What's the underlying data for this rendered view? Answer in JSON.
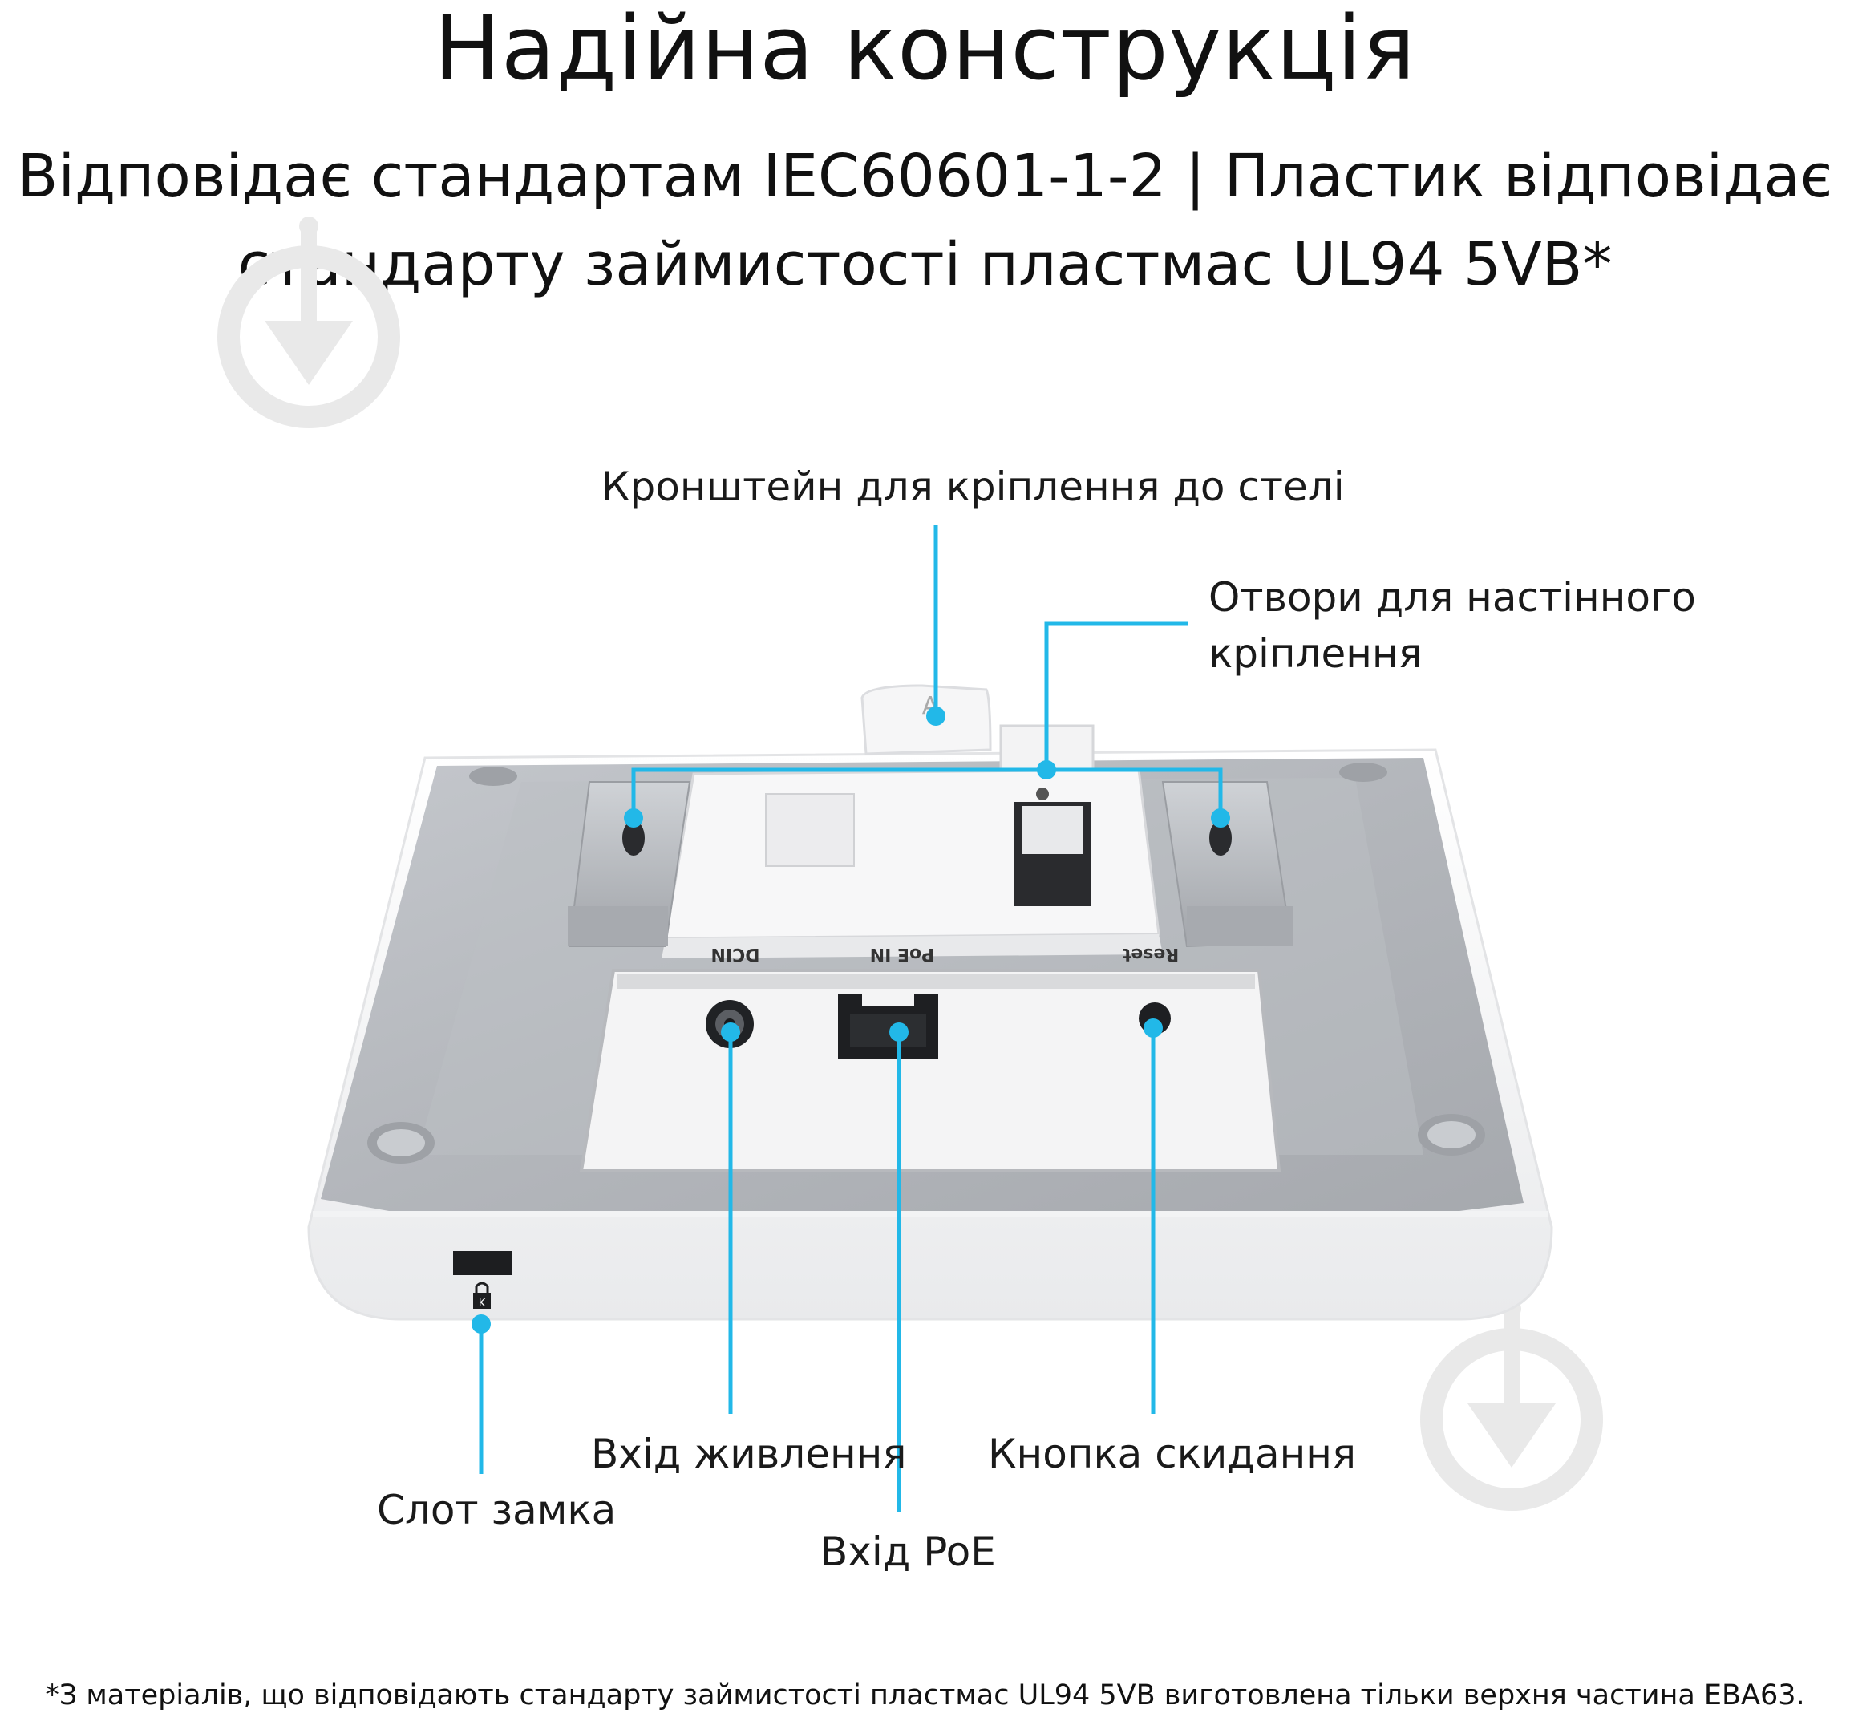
{
  "header": {
    "title": "Надійна конструкція",
    "subtitle_line1": "Відповідає стандартам IEC60601-1-2 | Пластик відповідає",
    "subtitle_line2": "стандарту займистості пластмас UL94 5VB*"
  },
  "callouts": {
    "ceiling_bracket": "Кронштейн для кріплення до стелі",
    "wall_holes_line1": "Отвори для настінного",
    "wall_holes_line2": "кріплення",
    "power_input": "Вхід живлення",
    "reset_button": "Кнопка скидання",
    "lock_slot": "Слот замка",
    "poe_input": "Вхід PoE"
  },
  "device": {
    "port_labels": {
      "dcin": "DCIN",
      "poe_in": "PoE IN",
      "reset": "Reset"
    },
    "bracket_letter": "A",
    "lock_letter": "K"
  },
  "footnote": "*З матеріалів, що відповідають стандарту займистості пластмас UL94 5VB виготовлена тільки верхня частина EBA63.",
  "colors": {
    "accent": "#22B8E8",
    "text": "#111111",
    "watermark": "#E6E6E6"
  },
  "icons": [
    "download-watermark-icon",
    "lock-icon"
  ]
}
